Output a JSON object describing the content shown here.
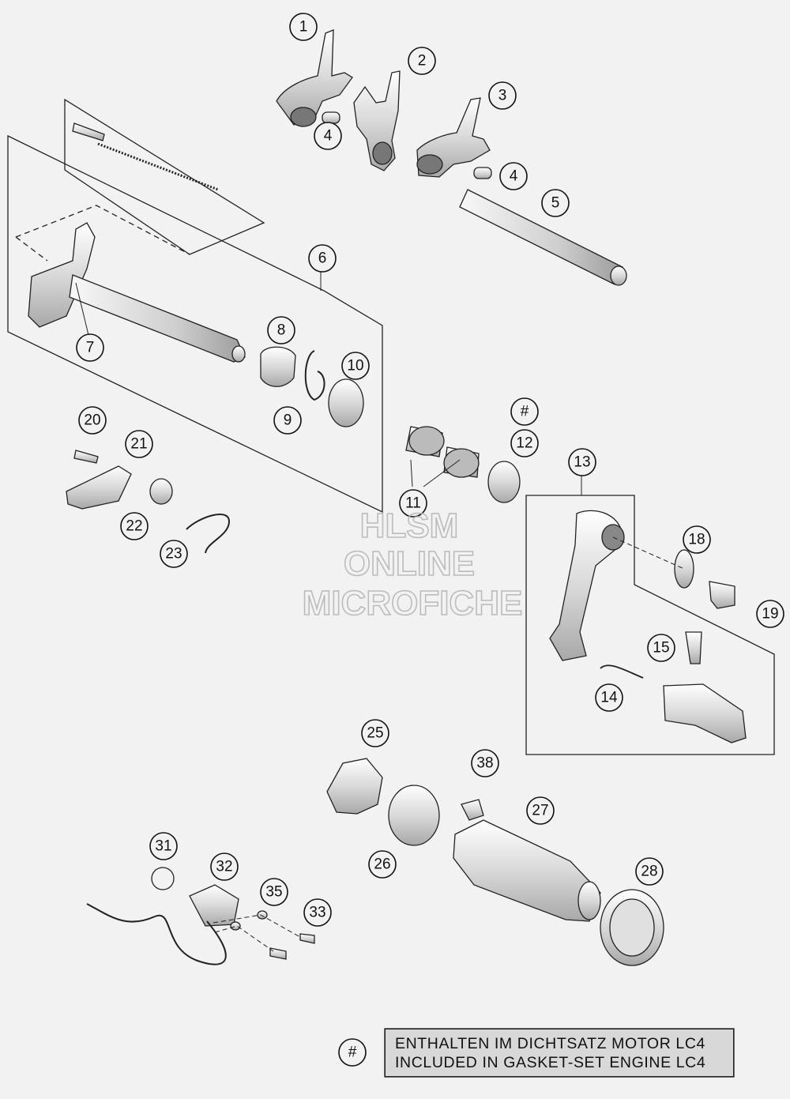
{
  "callouts": [
    "1",
    "2",
    "3",
    "4",
    "4",
    "5",
    "6",
    "7",
    "8",
    "9",
    "10",
    "#",
    "12",
    "11",
    "20",
    "21",
    "22",
    "23",
    "13",
    "18",
    "19",
    "15",
    "14",
    "25",
    "38",
    "27",
    "26",
    "28",
    "31",
    "32",
    "35",
    "33"
  ],
  "watermark": {
    "line1": "HLSM",
    "line2": "ONLINE",
    "line3": "MICROFICHE"
  },
  "legend": {
    "symbol": "#",
    "line_de": "ENTHALTEN IM DICHTSATZ MOTOR LC4",
    "line_en": "INCLUDED IN GASKET-SET ENGINE LC4"
  },
  "colors": {
    "background": "#f2f2f2",
    "line": "#111111",
    "legend_fill": "#d8d8d8",
    "watermark": "#bcbcbc"
  }
}
